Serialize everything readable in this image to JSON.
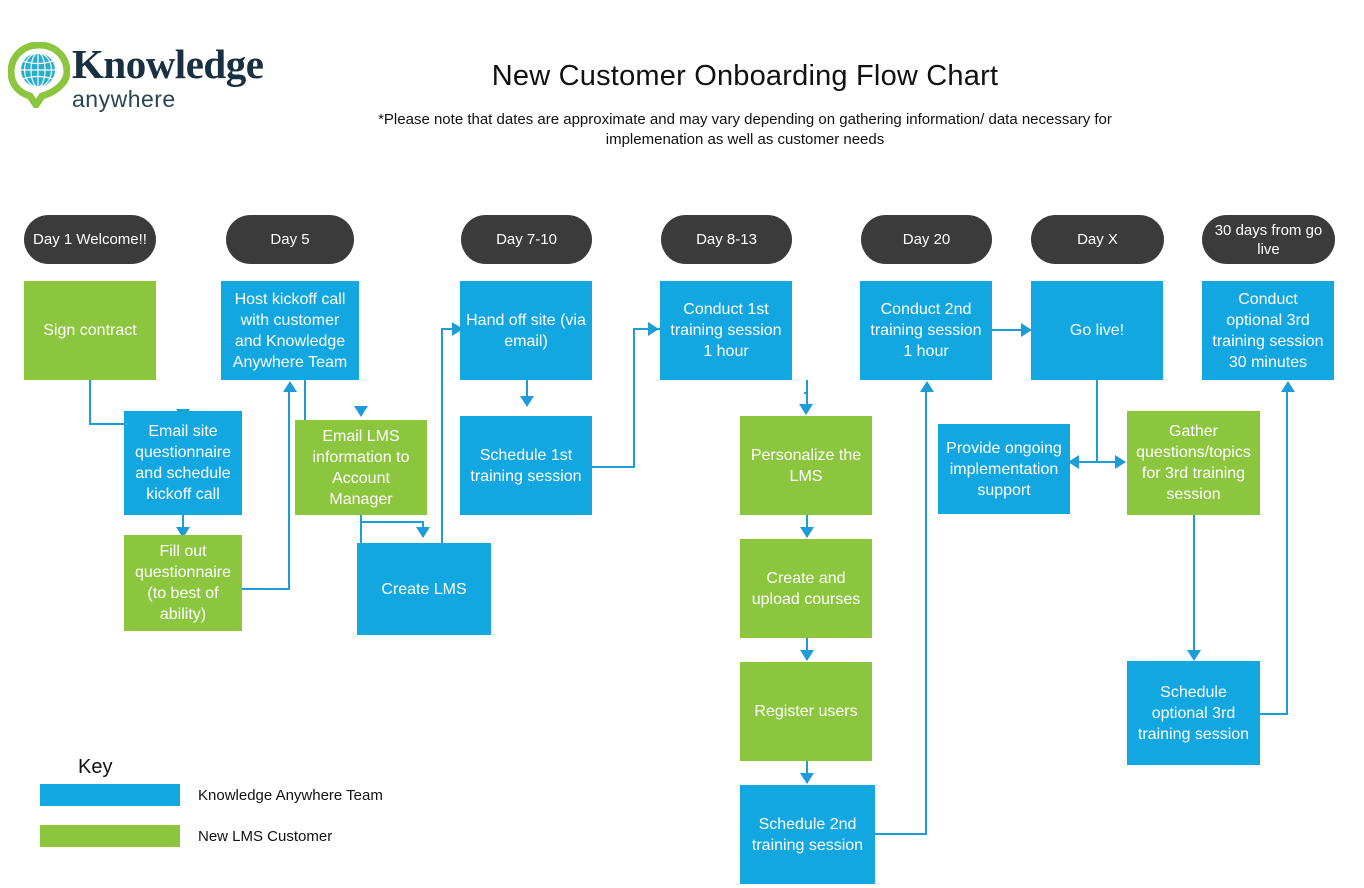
{
  "brand": {
    "name_line1": "Knowledge",
    "name_line2": "anywhere",
    "logo_icon": "globe-teardrop-icon",
    "green": "#8CC63F",
    "blue": "#13A7E2",
    "dark": "#3B3B3B"
  },
  "header": {
    "title": "New Customer Onboarding Flow Chart",
    "subtitle": "*Please note that dates are approximate and may vary depending on gathering information/ data necessary for implemenation as well as customer needs"
  },
  "columns": [
    {
      "id": "day1",
      "label": "Day 1\nWelcome!!"
    },
    {
      "id": "day5",
      "label": "Day 5"
    },
    {
      "id": "day710",
      "label": "Day 7-10"
    },
    {
      "id": "day813",
      "label": "Day 8-13"
    },
    {
      "id": "day20",
      "label": "Day 20"
    },
    {
      "id": "dayx",
      "label": "Day X"
    },
    {
      "id": "day30",
      "label": "30 days\nfrom go live"
    }
  ],
  "nodes": [
    {
      "id": "sign-contract",
      "label": "Sign contract",
      "owner": "customer"
    },
    {
      "id": "email-site-quest",
      "label": "Email site questionnaire and schedule kickoff call",
      "owner": "team"
    },
    {
      "id": "fill-out-quest",
      "label": "Fill out questionnaire (to best of ability)",
      "owner": "customer"
    },
    {
      "id": "host-kickoff-call",
      "label": "Host kickoff call with customer and Knowledge Anywhere Team",
      "owner": "team"
    },
    {
      "id": "email-lms-info",
      "label": "Email LMS information to Account Manager",
      "owner": "customer"
    },
    {
      "id": "create-lms",
      "label": "Create LMS",
      "owner": "team"
    },
    {
      "id": "hand-off-site",
      "label": "Hand off site (via email)",
      "owner": "team"
    },
    {
      "id": "schedule-1st-training",
      "label": "Schedule 1st training session",
      "owner": "team"
    },
    {
      "id": "conduct-1st-training",
      "label": "Conduct 1st training session 1 hour",
      "owner": "team"
    },
    {
      "id": "personalize-lms",
      "label": "Personalize the LMS",
      "owner": "customer"
    },
    {
      "id": "create-upload-courses",
      "label": "Create and upload courses",
      "owner": "customer"
    },
    {
      "id": "register-users",
      "label": "Register users",
      "owner": "customer"
    },
    {
      "id": "schedule-2nd-training",
      "label": "Schedule 2nd training session",
      "owner": "team"
    },
    {
      "id": "conduct-2nd-training",
      "label": "Conduct 2nd training session 1 hour",
      "owner": "team"
    },
    {
      "id": "provide-support",
      "label": "Provide ongoing implementation support",
      "owner": "team"
    },
    {
      "id": "go-live",
      "label": "Go live!",
      "owner": "team"
    },
    {
      "id": "gather-questions",
      "label": "Gather questions/topics for 3rd training session",
      "owner": "customer"
    },
    {
      "id": "schedule-3rd-training",
      "label": "Schedule optional 3rd training session",
      "owner": "team"
    },
    {
      "id": "conduct-3rd-training",
      "label": "Conduct optional 3rd training session 30 minutes",
      "owner": "team"
    }
  ],
  "legend": {
    "title": "Key",
    "items": [
      {
        "id": "legend-team",
        "label": "Knowledge Anywhere Team",
        "color": "#13A7E2"
      },
      {
        "id": "legend-customer",
        "label": "New LMS Customer",
        "color": "#8CC63F"
      }
    ]
  },
  "chart_data": {
    "type": "flowchart",
    "title": "New Customer Onboarding Flow Chart",
    "edges": [
      [
        "sign-contract",
        "email-site-quest"
      ],
      [
        "email-site-quest",
        "fill-out-quest"
      ],
      [
        "fill-out-quest",
        "host-kickoff-call"
      ],
      [
        "host-kickoff-call",
        "email-lms-info"
      ],
      [
        "email-lms-info",
        "create-lms"
      ],
      [
        "create-lms",
        "hand-off-site"
      ],
      [
        "hand-off-site",
        "schedule-1st-training"
      ],
      [
        "schedule-1st-training",
        "conduct-1st-training"
      ],
      [
        "conduct-1st-training",
        "personalize-lms"
      ],
      [
        "personalize-lms",
        "create-upload-courses"
      ],
      [
        "create-upload-courses",
        "register-users"
      ],
      [
        "register-users",
        "schedule-2nd-training"
      ],
      [
        "schedule-2nd-training",
        "conduct-2nd-training"
      ],
      [
        "conduct-2nd-training",
        "go-live"
      ],
      [
        "go-live",
        "provide-support"
      ],
      [
        "go-live",
        "gather-questions"
      ],
      [
        "provide-support",
        "gather-questions"
      ],
      [
        "gather-questions",
        "schedule-3rd-training"
      ],
      [
        "schedule-3rd-training",
        "conduct-3rd-training"
      ]
    ]
  }
}
